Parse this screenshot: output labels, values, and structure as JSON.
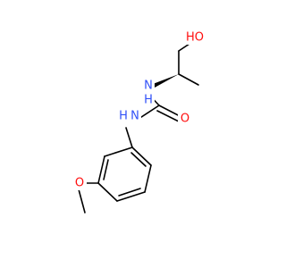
{
  "structure": {
    "atoms": {
      "hydroxyl_oxygen": {
        "label": "HO",
        "color": "#ff0d0d"
      },
      "urea_nh_upper": {
        "label": "N",
        "sub": "H",
        "color": "#3050f8"
      },
      "urea_nh_lower": {
        "label": "H",
        "sub": "N",
        "color": "#3050f8"
      },
      "carbonyl_oxygen": {
        "label": "O",
        "color": "#ff0d0d"
      },
      "methoxy_oxygen": {
        "label": "O",
        "color": "#ff0d0d"
      }
    },
    "bond_color": "#000000"
  }
}
